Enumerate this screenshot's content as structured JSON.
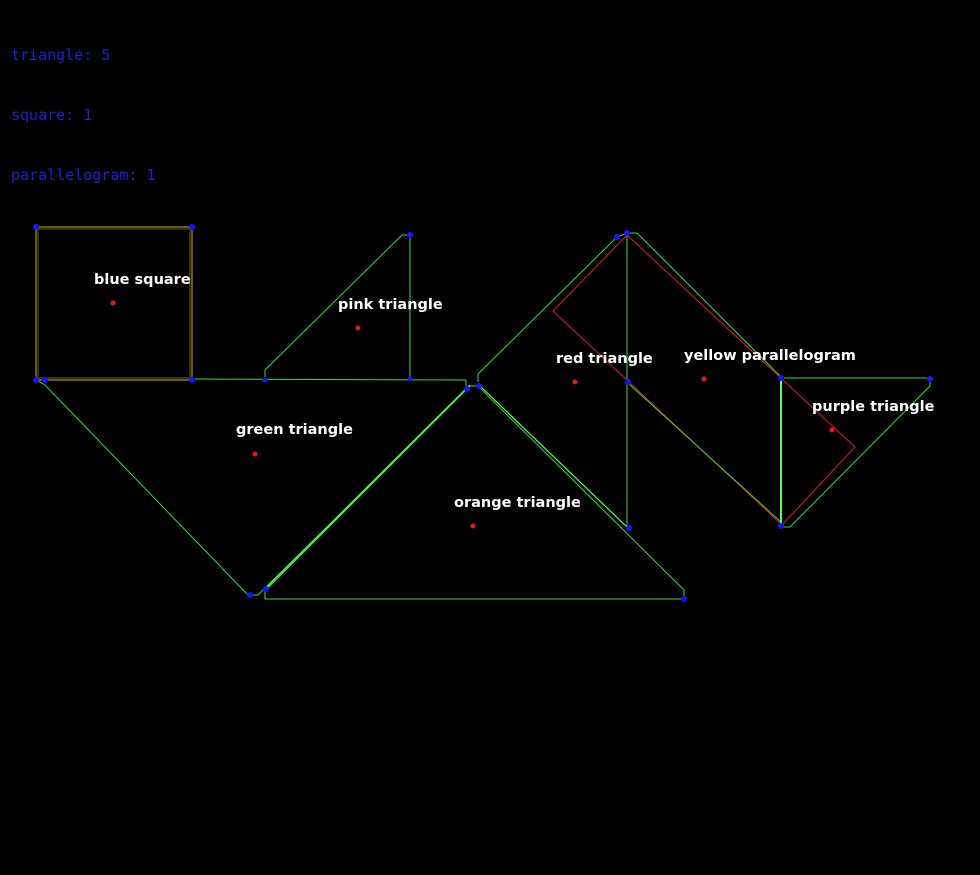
{
  "counts": {
    "triangle": "triangle: 5",
    "square": "square: 1",
    "parallelogram": "parallelogram: 1"
  },
  "colors": {
    "background": "#000000",
    "count_text": "#1f1fd6",
    "outline_green": "#3ed63e",
    "outline_bright_green": "#52ff52",
    "outline_red": "#e01a1a",
    "outline_orange": "#d8b000",
    "vertex": "#1414ff",
    "centroid": "#e81818",
    "label": "#ffffff"
  },
  "shapes": [
    {
      "id": "blue-square",
      "label": "blue square"
    },
    {
      "id": "pink-triangle",
      "label": "pink triangle"
    },
    {
      "id": "green-triangle",
      "label": "green triangle"
    },
    {
      "id": "orange-triangle",
      "label": "orange triangle"
    },
    {
      "id": "red-triangle",
      "label": "red triangle"
    },
    {
      "id": "yellow-parallelogram",
      "label": "yellow parallelogram"
    },
    {
      "id": "purple-triangle",
      "label": "purple triangle"
    }
  ]
}
